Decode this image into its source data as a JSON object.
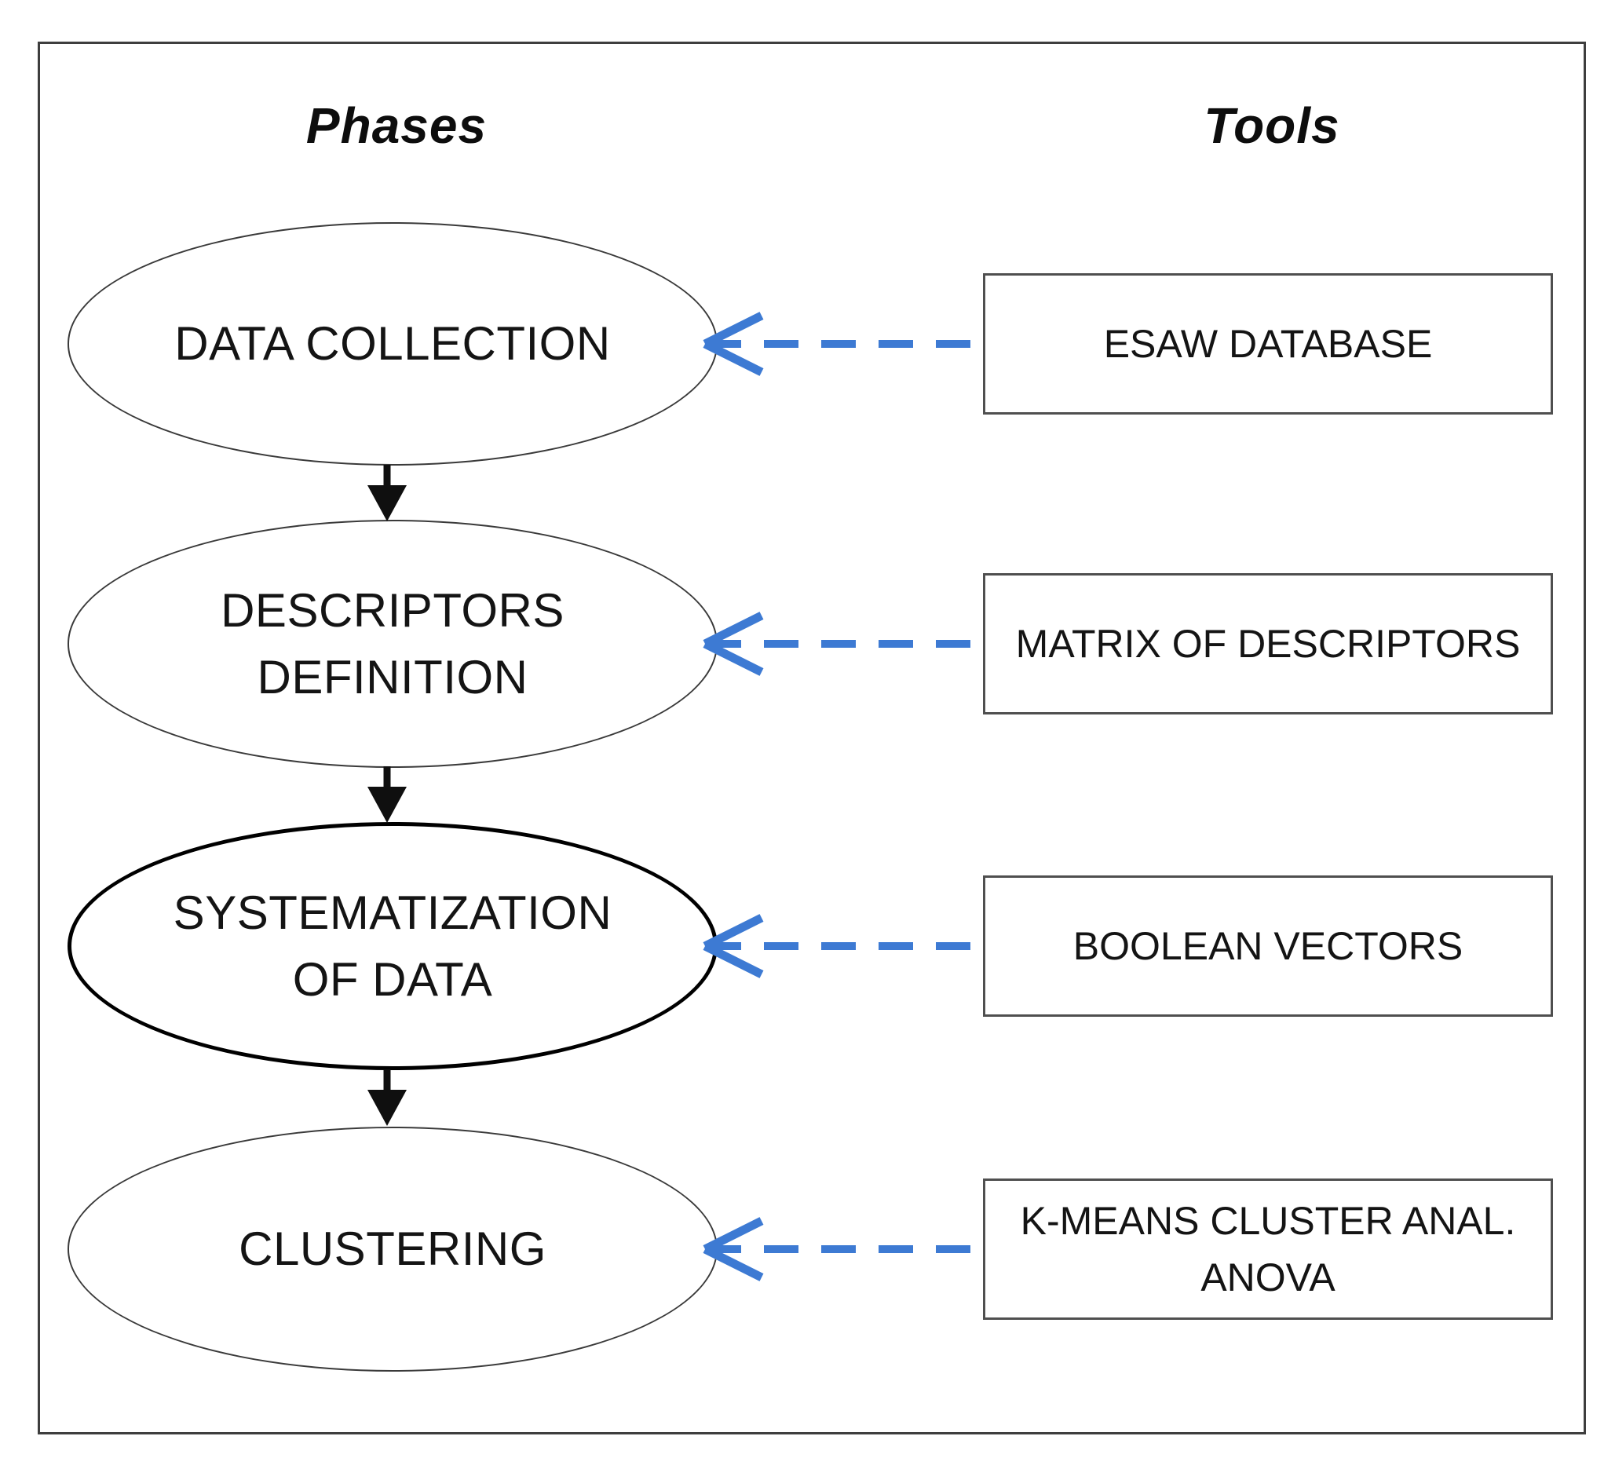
{
  "diagram": {
    "left_column_header": "Phases",
    "right_column_header": "Tools",
    "phases": [
      {
        "label": "DATA COLLECTION",
        "emphasized": false
      },
      {
        "label": "DESCRIPTORS\nDEFINITION",
        "emphasized": false
      },
      {
        "label": "SYSTEMATIZATION\nOF DATA",
        "emphasized": true
      },
      {
        "label": "CLUSTERING",
        "emphasized": false
      }
    ],
    "tools": [
      {
        "label": "ESAW DATABASE"
      },
      {
        "label": "MATRIX OF DESCRIPTORS"
      },
      {
        "label": "BOOLEAN VECTORS"
      },
      {
        "label": "K-MEANS CLUSTER ANAL.\nANOVA"
      }
    ],
    "colors": {
      "tool_link_blue": "#3d7ad3",
      "flow_arrow_black": "#0f0f0f",
      "outer_border_gray": "#3e3e3e"
    }
  }
}
